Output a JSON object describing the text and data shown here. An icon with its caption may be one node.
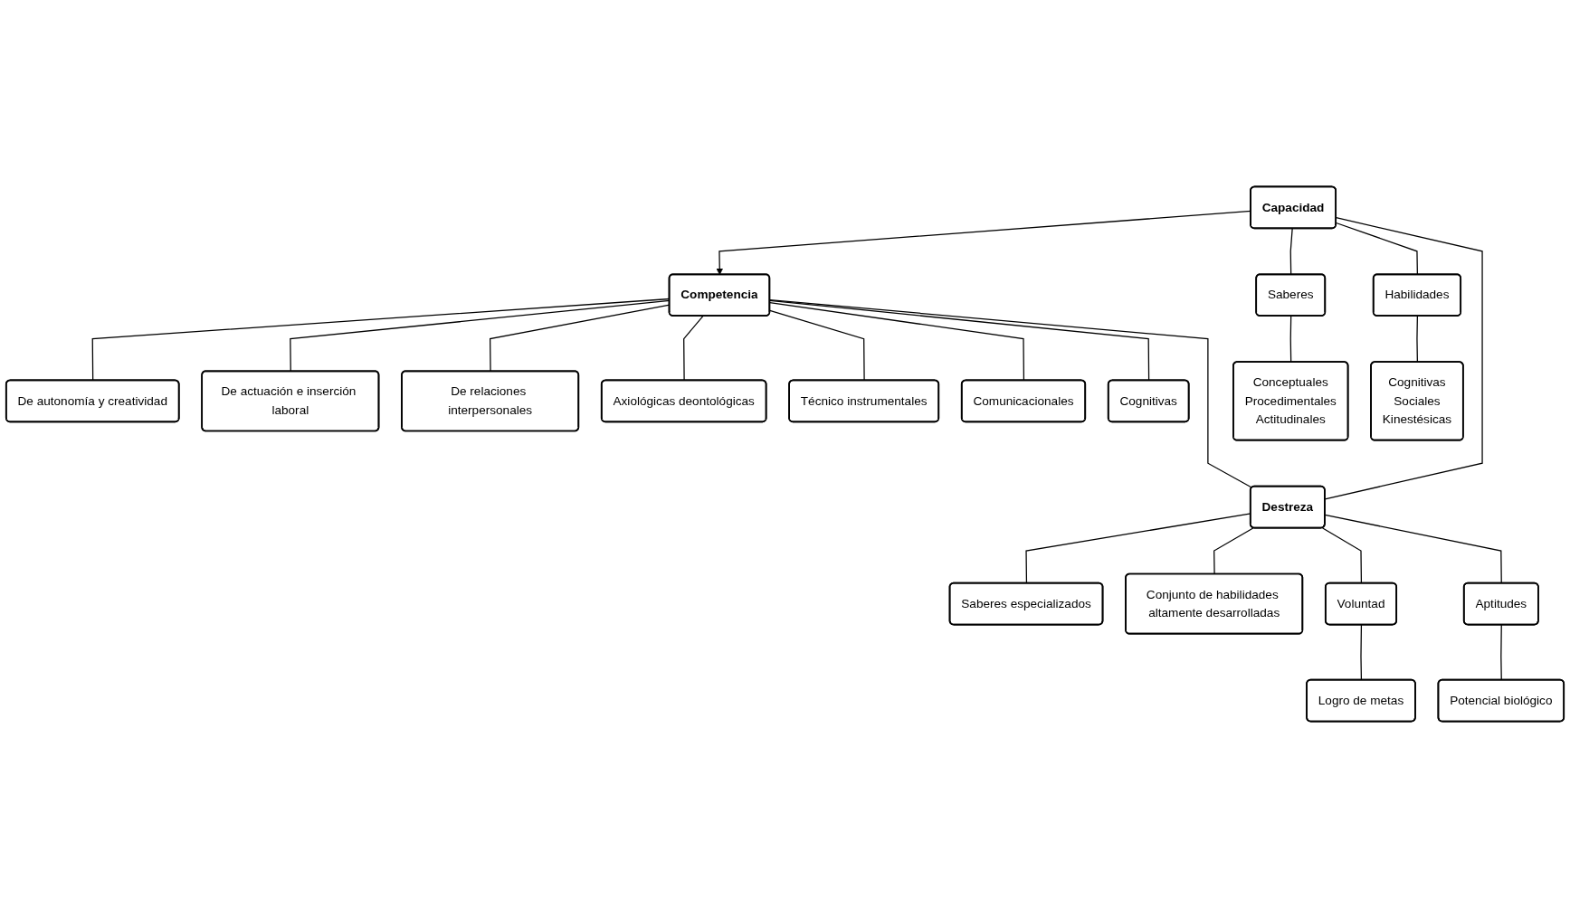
{
  "diagram": {
    "nodes": [
      {
        "text": [
          "Capacidad"
        ]
      },
      {
        "text": [
          "Competencia"
        ]
      },
      {
        "text": [
          "Saberes"
        ]
      },
      {
        "text": [
          "Habilidades"
        ]
      },
      {
        "text": [
          "Conceptuales",
          "Procedimentales",
          "Actitudinales"
        ]
      },
      {
        "text": [
          "Cognitivas",
          "Sociales",
          "Kinestésicas"
        ]
      },
      {
        "text": [
          "De autonomía y creatividad"
        ]
      },
      {
        "text": [
          "De actuación e inserción laboral"
        ]
      },
      {
        "text": [
          "De relaciones interpersonales"
        ]
      },
      {
        "text": [
          "Axiológicas deontológicas"
        ]
      },
      {
        "text": [
          "Técnico instrumentales"
        ]
      },
      {
        "text": [
          "Comunicacionales"
        ]
      },
      {
        "text": [
          "Cognitivas"
        ]
      },
      {
        "text": [
          "Destreza"
        ]
      },
      {
        "text": [
          "Saberes especializados"
        ]
      },
      {
        "text": [
          "Conjunto de habilidades altamente desarrolladas"
        ]
      },
      {
        "text": [
          "Voluntad"
        ]
      },
      {
        "text": [
          "Aptitudes"
        ]
      },
      {
        "text": [
          "Logro de metas"
        ]
      },
      {
        "text": [
          "Potencial biológico"
        ]
      }
    ],
    "edges": [
      {
        "from": 0,
        "to": 1,
        "arrow": "to"
      },
      {
        "from": 0,
        "to": 2,
        "arrow": "none"
      },
      {
        "from": 0,
        "to": 3,
        "arrow": "none"
      },
      {
        "from": 2,
        "to": 4,
        "arrow": "none"
      },
      {
        "from": 3,
        "to": 5,
        "arrow": "none"
      },
      {
        "from": 1,
        "to": 6,
        "arrow": "none"
      },
      {
        "from": 1,
        "to": 7,
        "arrow": "none"
      },
      {
        "from": 1,
        "to": 8,
        "arrow": "none"
      },
      {
        "from": 1,
        "to": 9,
        "arrow": "none"
      },
      {
        "from": 1,
        "to": 10,
        "arrow": "none"
      },
      {
        "from": 1,
        "to": 11,
        "arrow": "none"
      },
      {
        "from": 1,
        "to": 12,
        "arrow": "none"
      },
      {
        "from": 0,
        "to": 13,
        "arrow": "none"
      },
      {
        "from": 1,
        "to": 13,
        "arrow": "none"
      },
      {
        "from": 13,
        "to": 14,
        "arrow": "none"
      },
      {
        "from": 13,
        "to": 15,
        "arrow": "none"
      },
      {
        "from": 13,
        "to": 16,
        "arrow": "none"
      },
      {
        "from": 13,
        "to": 17,
        "arrow": "none"
      },
      {
        "from": 16,
        "to": 18,
        "arrow": "none"
      },
      {
        "from": 17,
        "to": 19,
        "arrow": "none"
      }
    ]
  }
}
